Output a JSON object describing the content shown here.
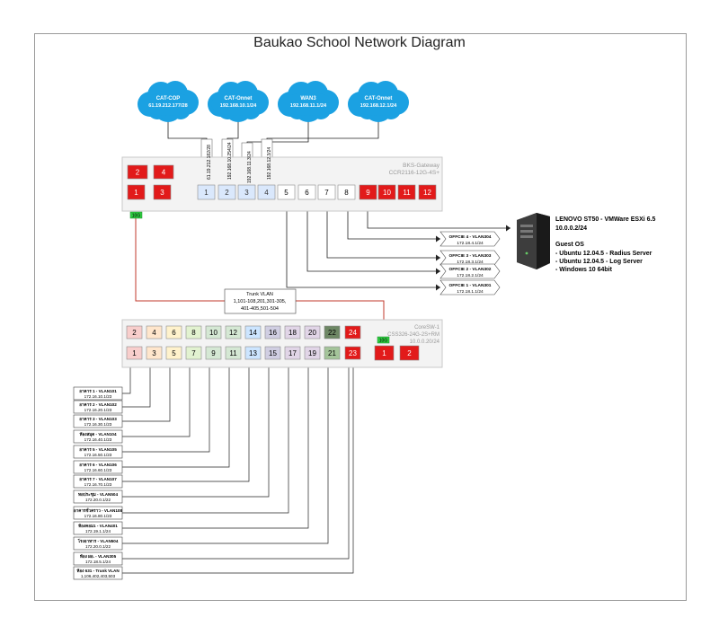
{
  "title": "Baukao School Network Diagram",
  "colors": {
    "red": "#e21a1a",
    "cloud": "#1ba1e2",
    "link_red": "#c0392b",
    "green": "#2ecc40",
    "port_blue": "#dae8fc"
  },
  "clouds": [
    {
      "name": "CAT-COP",
      "ip": "61.19.212.177/28"
    },
    {
      "name": "CAT-Onnet",
      "ip": "192.168.10.1/24"
    },
    {
      "name": "WAN3",
      "ip": "192.168.11.1/24"
    },
    {
      "name": "CAT-Onnet",
      "ip": "192.168.12.1/24"
    }
  ],
  "wan_labels": [
    "61.19.212.182/28",
    "192.168.10.254/24",
    "192.168.11.3/24",
    "192.168.12.3/24"
  ],
  "gateway": {
    "name": "BKS-Gateway",
    "model": "CCR2116-12G-4S+",
    "top_ports": [
      "2",
      "4"
    ],
    "bottom_ports": [
      "1",
      "3",
      "1",
      "2",
      "3",
      "4",
      "5",
      "6",
      "7",
      "8",
      "9",
      "10",
      "11",
      "12"
    ],
    "link_10g": "10G"
  },
  "trunk": {
    "line1": "Trunk VLAN",
    "line2": "1,101-108,201,301-305,",
    "line3": "401-405,501-504"
  },
  "offices": [
    {
      "name": "OFFCIE 4 - VLAN304",
      "ip": "172.18.4.1/24"
    },
    {
      "name": "OFFCIE 3 - VLAN303",
      "ip": "172.18.3.1/24"
    },
    {
      "name": "OFFCIE 2 - VLAN302",
      "ip": "172.18.2.1/24"
    },
    {
      "name": "OFFCIE 1 - VLAN301",
      "ip": "172.18.1.1/24"
    }
  ],
  "server": {
    "title": "LENOVO ST50 - VMWare ESXi 6.5",
    "ip": "10.0.0.2/24",
    "guest_title": "Guest OS",
    "guests": [
      "- Ubuntu 12.04.5 - Radius Server",
      "- Ubuntu 12.04.5 - Log Server",
      "- Windows 10 64bit"
    ]
  },
  "coresw": {
    "name": "CoreSW-1",
    "model": "CSS326-24G-2S+RM",
    "ip": "10.0.0.20/24",
    "top_ports": [
      "2",
      "4",
      "6",
      "8",
      "10",
      "12",
      "14",
      "16",
      "18",
      "20",
      "22",
      "24"
    ],
    "bottom_ports": [
      "1",
      "3",
      "5",
      "7",
      "9",
      "11",
      "13",
      "15",
      "17",
      "19",
      "21",
      "23"
    ],
    "sfp_ports": [
      "1",
      "2"
    ],
    "link_10g": "10G"
  },
  "vlans": [
    {
      "name": "อาคาร 1 - VLAN101",
      "ip": "172.16.10.1/23"
    },
    {
      "name": "อาคาร 2 - VLAN102",
      "ip": "172.16.20.1/23"
    },
    {
      "name": "อาคาร 3 - VLAN103",
      "ip": "172.16.30.1/23"
    },
    {
      "name": "ห้องสมุด - VLAN104",
      "ip": "172.16.40.1/23"
    },
    {
      "name": "อาคาร 5 - VLAN105",
      "ip": "172.16.50.1/23"
    },
    {
      "name": "อาคาร 6 - VLAN106",
      "ip": "172.16.60.1/23"
    },
    {
      "name": "อาคาร 7 - VLAN107",
      "ip": "172.16.70.1/23"
    },
    {
      "name": "หอประชุม - VLAN504",
      "ip": "172.20.0.1/22"
    },
    {
      "name": "อาคารชั่วคราว - VLAN108",
      "ip": "172.16.80.1/23"
    },
    {
      "name": "ห้องคอม1 - VLAN401",
      "ip": "172.19.1.1/24"
    },
    {
      "name": "โรงอาหาร - VLAN504",
      "ip": "172.20.0.1/22"
    },
    {
      "name": "ห้อง ผอ. - VLAN305",
      "ip": "172.18.5.1/24"
    },
    {
      "name": "ห้อง 631 - Trunk VLAN",
      "ip": "1,106,402,403,503"
    }
  ]
}
